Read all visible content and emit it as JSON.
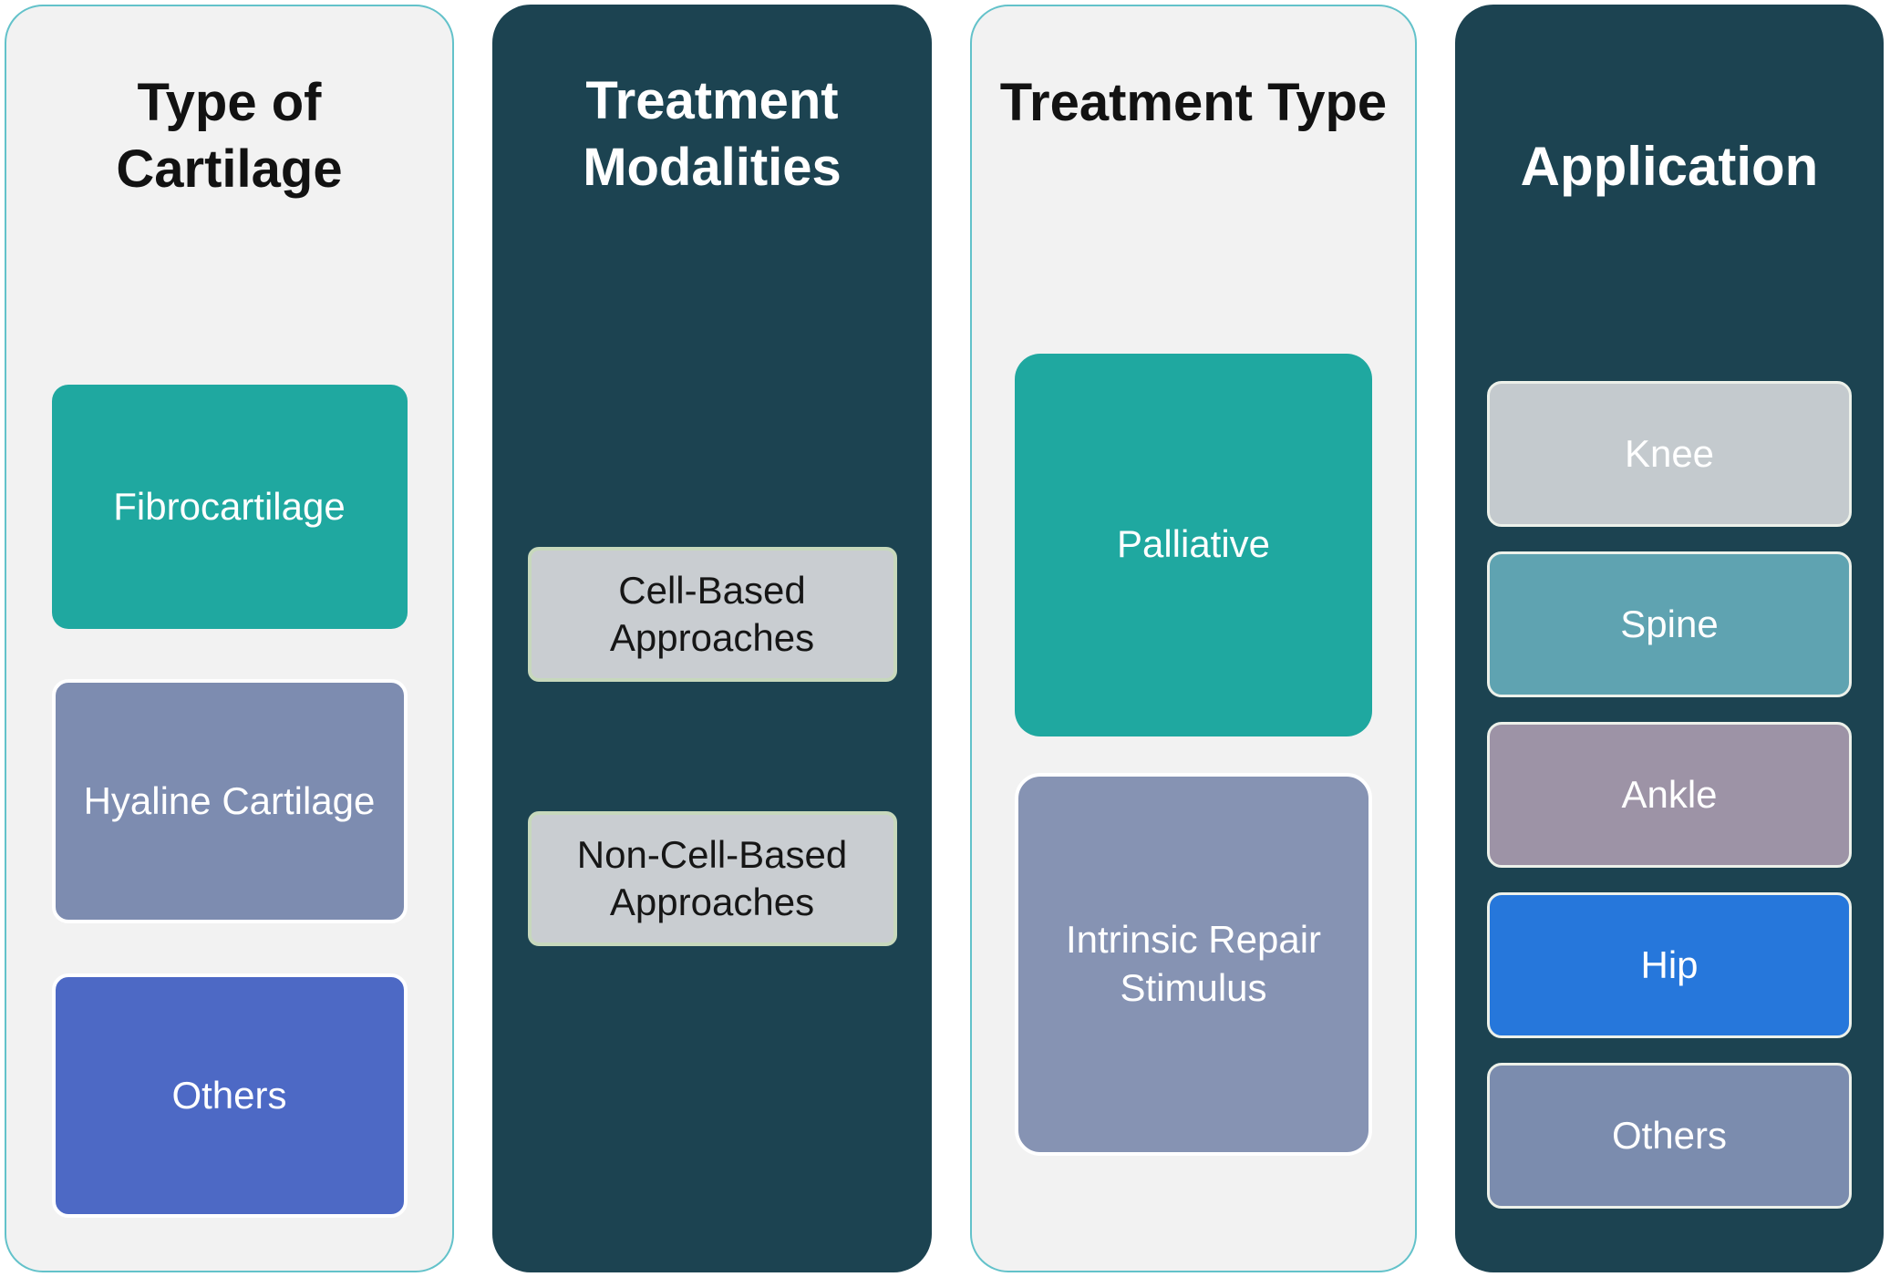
{
  "diagram": {
    "colors": {
      "dark_panel": "#1C4351",
      "light_panel": "#F2F2F2",
      "light_panel_border": "#63C2CA",
      "chip_border": "#C7D8BC",
      "accent_teal": "#1FA8A0"
    },
    "columns": [
      {
        "title": "Type of Cartilage",
        "theme": "light",
        "items": [
          {
            "label": "Fibrocartilage",
            "bg": "#1FA8A0",
            "text": "#FFFFFF"
          },
          {
            "label": "Hyaline Cartilage",
            "bg": "#7D8CB0",
            "text": "#FFFFFF"
          },
          {
            "label": "Others",
            "bg": "#4D69C5",
            "text": "#FFFFFF"
          }
        ]
      },
      {
        "title": "Treatment Modalities",
        "theme": "dark",
        "items": [
          {
            "label": "Cell-Based Approaches",
            "bg": "#C9CDD1",
            "text": "#161616"
          },
          {
            "label": "Non-Cell-Based Approaches",
            "bg": "#C9CDD1",
            "text": "#161616"
          }
        ]
      },
      {
        "title": "Treatment Type",
        "theme": "light",
        "items": [
          {
            "label": "Palliative",
            "bg": "#1FA8A0",
            "text": "#FFFFFF"
          },
          {
            "label": "Intrinsic Repair Stimulus",
            "bg": "#8693B3",
            "text": "#FFFFFF"
          }
        ]
      },
      {
        "title": "Application",
        "theme": "dark",
        "items": [
          {
            "label": "Knee",
            "bg": "#C4CACE",
            "text": "#FFFFFF"
          },
          {
            "label": "Spine",
            "bg": "#5FA3B1",
            "text": "#FFFFFF"
          },
          {
            "label": "Ankle",
            "bg": "#9D93A6",
            "text": "#FFFFFF"
          },
          {
            "label": "Hip",
            "bg": "#2677DB",
            "text": "#FFFFFF"
          },
          {
            "label": "Others",
            "bg": "#7B8CAE",
            "text": "#FFFFFF"
          }
        ]
      }
    ]
  }
}
